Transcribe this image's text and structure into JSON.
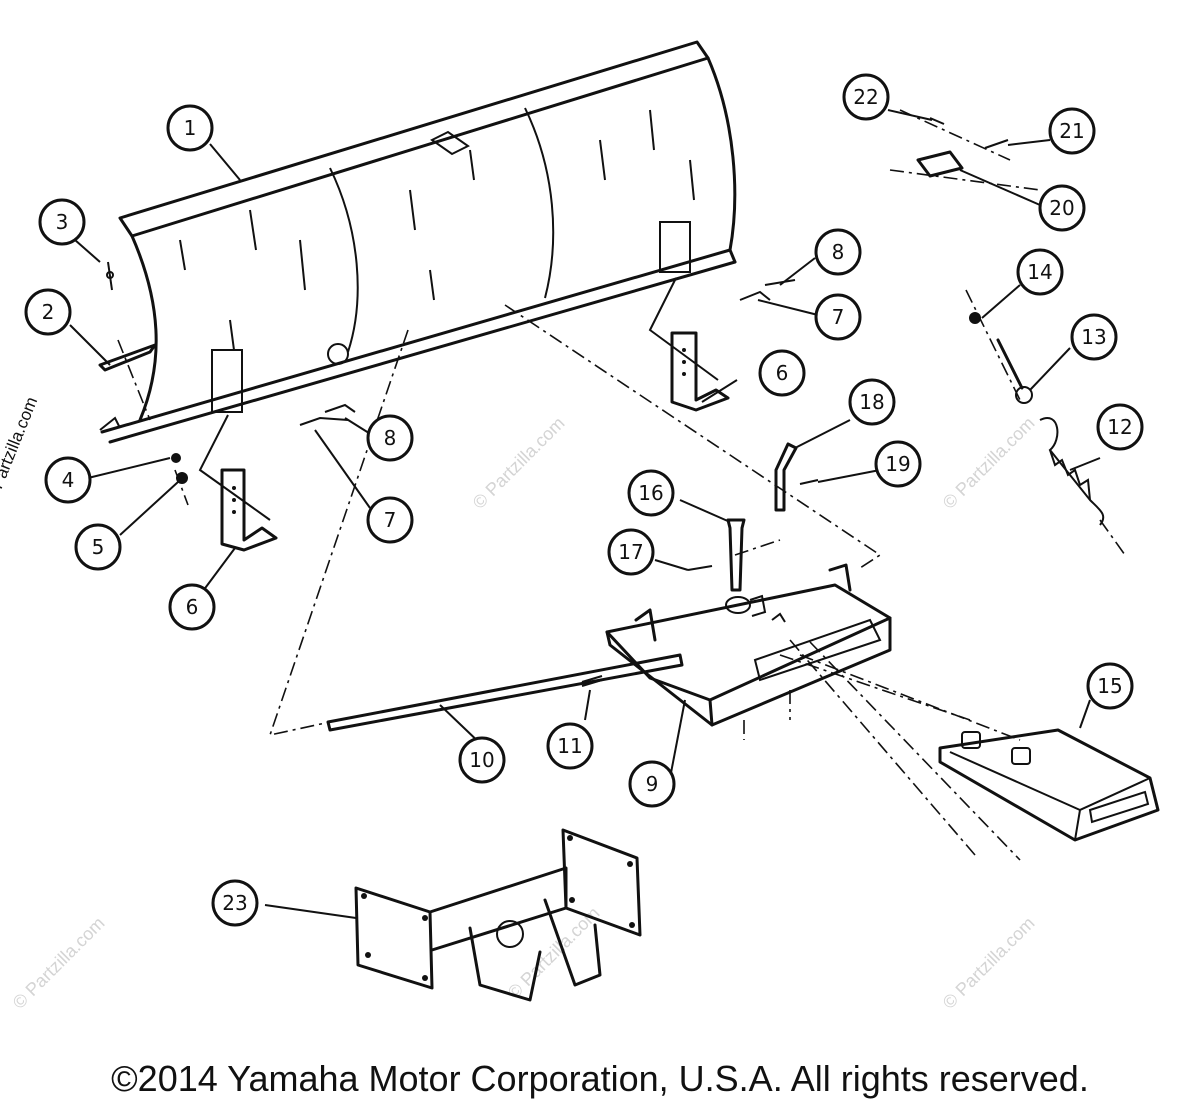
{
  "diagram": {
    "callouts": [
      {
        "id": "1",
        "label": "1"
      },
      {
        "id": "2",
        "label": "2"
      },
      {
        "id": "3",
        "label": "3"
      },
      {
        "id": "4",
        "label": "4"
      },
      {
        "id": "5",
        "label": "5"
      },
      {
        "id": "6a",
        "label": "6"
      },
      {
        "id": "6b",
        "label": "6"
      },
      {
        "id": "7a",
        "label": "7"
      },
      {
        "id": "7b",
        "label": "7"
      },
      {
        "id": "8a",
        "label": "8"
      },
      {
        "id": "8b",
        "label": "8"
      },
      {
        "id": "9",
        "label": "9"
      },
      {
        "id": "10",
        "label": "10"
      },
      {
        "id": "11",
        "label": "11"
      },
      {
        "id": "12",
        "label": "12"
      },
      {
        "id": "13",
        "label": "13"
      },
      {
        "id": "14",
        "label": "14"
      },
      {
        "id": "15",
        "label": "15"
      },
      {
        "id": "16",
        "label": "16"
      },
      {
        "id": "17",
        "label": "17"
      },
      {
        "id": "18",
        "label": "18"
      },
      {
        "id": "19",
        "label": "19"
      },
      {
        "id": "20",
        "label": "20"
      },
      {
        "id": "21",
        "label": "21"
      },
      {
        "id": "22",
        "label": "22"
      },
      {
        "id": "23",
        "label": "23"
      }
    ],
    "watermark_text": "© Partzilla.com",
    "side_watermark": "© Partzilla.com"
  },
  "footer": {
    "copyright": "©2014 Yamaha Motor Corporation, U.S.A. All rights reserved."
  }
}
